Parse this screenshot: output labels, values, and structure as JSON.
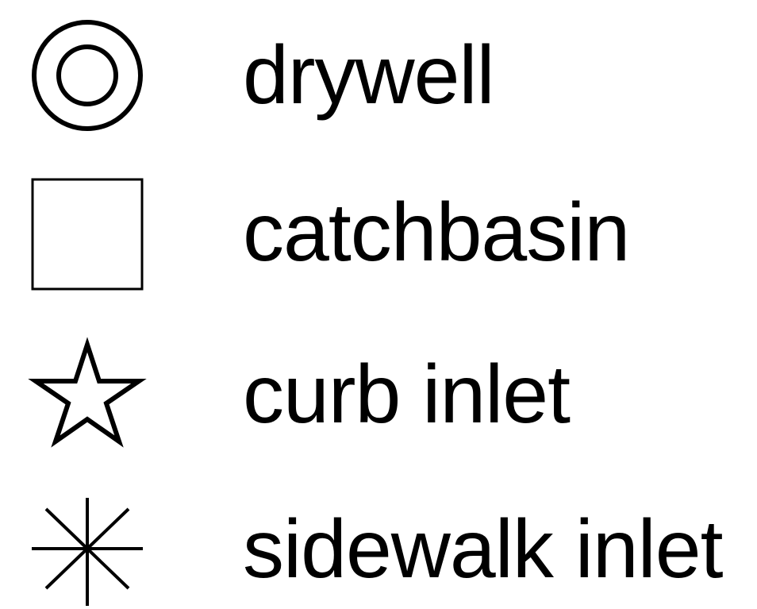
{
  "legend": {
    "items": [
      {
        "icon": "double-circle-icon",
        "label": "drywell"
      },
      {
        "icon": "square-icon",
        "label": "catchbasin"
      },
      {
        "icon": "star-icon",
        "label": "curb inlet"
      },
      {
        "icon": "asterisk-icon",
        "label": "sidewalk inlet"
      }
    ]
  },
  "colors": {
    "foreground": "#000000",
    "background": "#ffffff"
  }
}
